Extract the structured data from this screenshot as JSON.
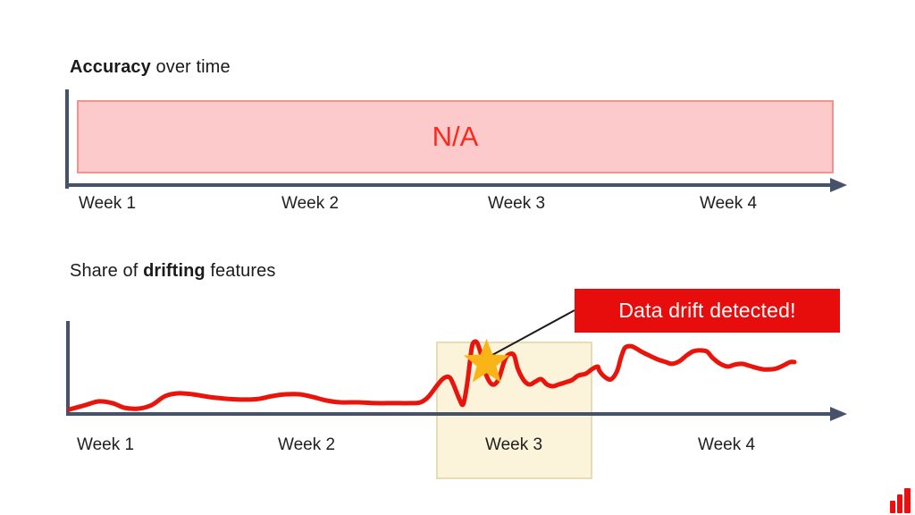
{
  "top_chart": {
    "title_bold": "Accuracy",
    "title_rest": " over time",
    "na_label": "N/A",
    "weeks": [
      "Week 1",
      "Week 2",
      "Week 3",
      "Week 4"
    ]
  },
  "bottom_chart": {
    "title_pre": "Share of ",
    "title_bold": "drifting",
    "title_post": " features",
    "weeks": [
      "Week 1",
      "Week 2",
      "Week 3",
      "Week 4"
    ],
    "annotation_label": "Data drift detected!"
  },
  "colors": {
    "axis": "#46516a",
    "line_red": "#e9140b",
    "badge_red": "#e70d0d",
    "na_text_red": "#fc291d",
    "na_box_fill": "#fccaca",
    "na_box_border": "#f2938d",
    "highlight_fill": "#fbf3da",
    "highlight_border": "#e6dcb8",
    "star_yellow": "#f9b517",
    "callout_black": "#1d1d1d",
    "logo_red": "#eb0f0f",
    "text_dark": "#1b1b1b"
  },
  "chart_data": [
    {
      "type": "line",
      "title": "Accuracy over time",
      "categories": [
        "Week 1",
        "Week 2",
        "Week 3",
        "Week 4"
      ],
      "series": [],
      "annotation": "N/A",
      "note": "plot area fully covered by an N/A placeholder block; no accuracy values shown"
    },
    {
      "type": "line",
      "title": "Share of drifting features",
      "categories": [
        "Week 1",
        "Week 2",
        "Week 3",
        "Week 4"
      ],
      "x_unit": "weeks",
      "x_range": [
        0,
        4
      ],
      "y_unit": "approx share %, axis unlabeled",
      "y_range": [
        0,
        45
      ],
      "grid": false,
      "annotation": "Data drift detected!",
      "highlight_region": {
        "label": "Week 3",
        "x_start": 1.88,
        "x_end": 2.68
      },
      "marker": {
        "shape": "star",
        "x": 2.14,
        "y": 26
      },
      "series": [
        {
          "name": "share of drifting features",
          "points": [
            [
              0.0,
              2.3
            ],
            [
              0.08,
              4.5
            ],
            [
              0.15,
              6.4
            ],
            [
              0.22,
              5.5
            ],
            [
              0.28,
              3.2
            ],
            [
              0.35,
              2.7
            ],
            [
              0.42,
              4.5
            ],
            [
              0.49,
              9.1
            ],
            [
              0.56,
              10.5
            ],
            [
              0.63,
              10.0
            ],
            [
              0.72,
              8.6
            ],
            [
              0.81,
              7.7
            ],
            [
              0.9,
              7.3
            ],
            [
              0.97,
              7.7
            ],
            [
              1.04,
              9.1
            ],
            [
              1.11,
              10.0
            ],
            [
              1.18,
              10.0
            ],
            [
              1.25,
              8.6
            ],
            [
              1.32,
              6.8
            ],
            [
              1.39,
              5.9
            ],
            [
              1.48,
              5.9
            ],
            [
              1.57,
              5.5
            ],
            [
              1.66,
              5.5
            ],
            [
              1.75,
              5.5
            ],
            [
              1.8,
              5.9
            ],
            [
              1.84,
              8.6
            ],
            [
              1.89,
              15.0
            ],
            [
              1.92,
              18.2
            ],
            [
              1.95,
              18.6
            ],
            [
              1.97,
              15.0
            ],
            [
              2.0,
              7.7
            ],
            [
              2.02,
              5.0
            ],
            [
              2.04,
              15.0
            ],
            [
              2.06,
              30.9
            ],
            [
              2.07,
              35.9
            ],
            [
              2.09,
              36.4
            ],
            [
              2.11,
              30.9
            ],
            [
              2.14,
              19.5
            ],
            [
              2.17,
              15.0
            ],
            [
              2.2,
              17.3
            ],
            [
              2.23,
              26.4
            ],
            [
              2.25,
              30.0
            ],
            [
              2.28,
              30.0
            ],
            [
              2.3,
              23.2
            ],
            [
              2.33,
              17.3
            ],
            [
              2.36,
              15.0
            ],
            [
              2.39,
              16.4
            ],
            [
              2.42,
              17.7
            ],
            [
              2.45,
              15.0
            ],
            [
              2.48,
              14.1
            ],
            [
              2.51,
              15.0
            ],
            [
              2.54,
              15.9
            ],
            [
              2.58,
              17.3
            ],
            [
              2.61,
              19.5
            ],
            [
              2.65,
              20.5
            ],
            [
              2.68,
              22.7
            ],
            [
              2.71,
              24.1
            ],
            [
              2.72,
              21.8
            ],
            [
              2.75,
              18.6
            ],
            [
              2.78,
              17.7
            ],
            [
              2.81,
              21.8
            ],
            [
              2.83,
              28.6
            ],
            [
              2.85,
              33.6
            ],
            [
              2.88,
              34.5
            ],
            [
              2.91,
              33.2
            ],
            [
              2.94,
              31.4
            ],
            [
              2.98,
              29.5
            ],
            [
              3.02,
              27.7
            ],
            [
              3.06,
              26.4
            ],
            [
              3.09,
              25.5
            ],
            [
              3.13,
              26.8
            ],
            [
              3.17,
              30.0
            ],
            [
              3.2,
              31.8
            ],
            [
              3.23,
              32.3
            ],
            [
              3.27,
              31.8
            ],
            [
              3.3,
              28.6
            ],
            [
              3.34,
              25.5
            ],
            [
              3.38,
              24.1
            ],
            [
              3.41,
              25.0
            ],
            [
              3.45,
              25.5
            ],
            [
              3.49,
              24.5
            ],
            [
              3.52,
              23.6
            ],
            [
              3.56,
              22.7
            ],
            [
              3.6,
              22.7
            ],
            [
              3.63,
              23.2
            ],
            [
              3.67,
              25.0
            ],
            [
              3.7,
              26.4
            ],
            [
              3.72,
              26.4
            ]
          ]
        }
      ]
    }
  ]
}
